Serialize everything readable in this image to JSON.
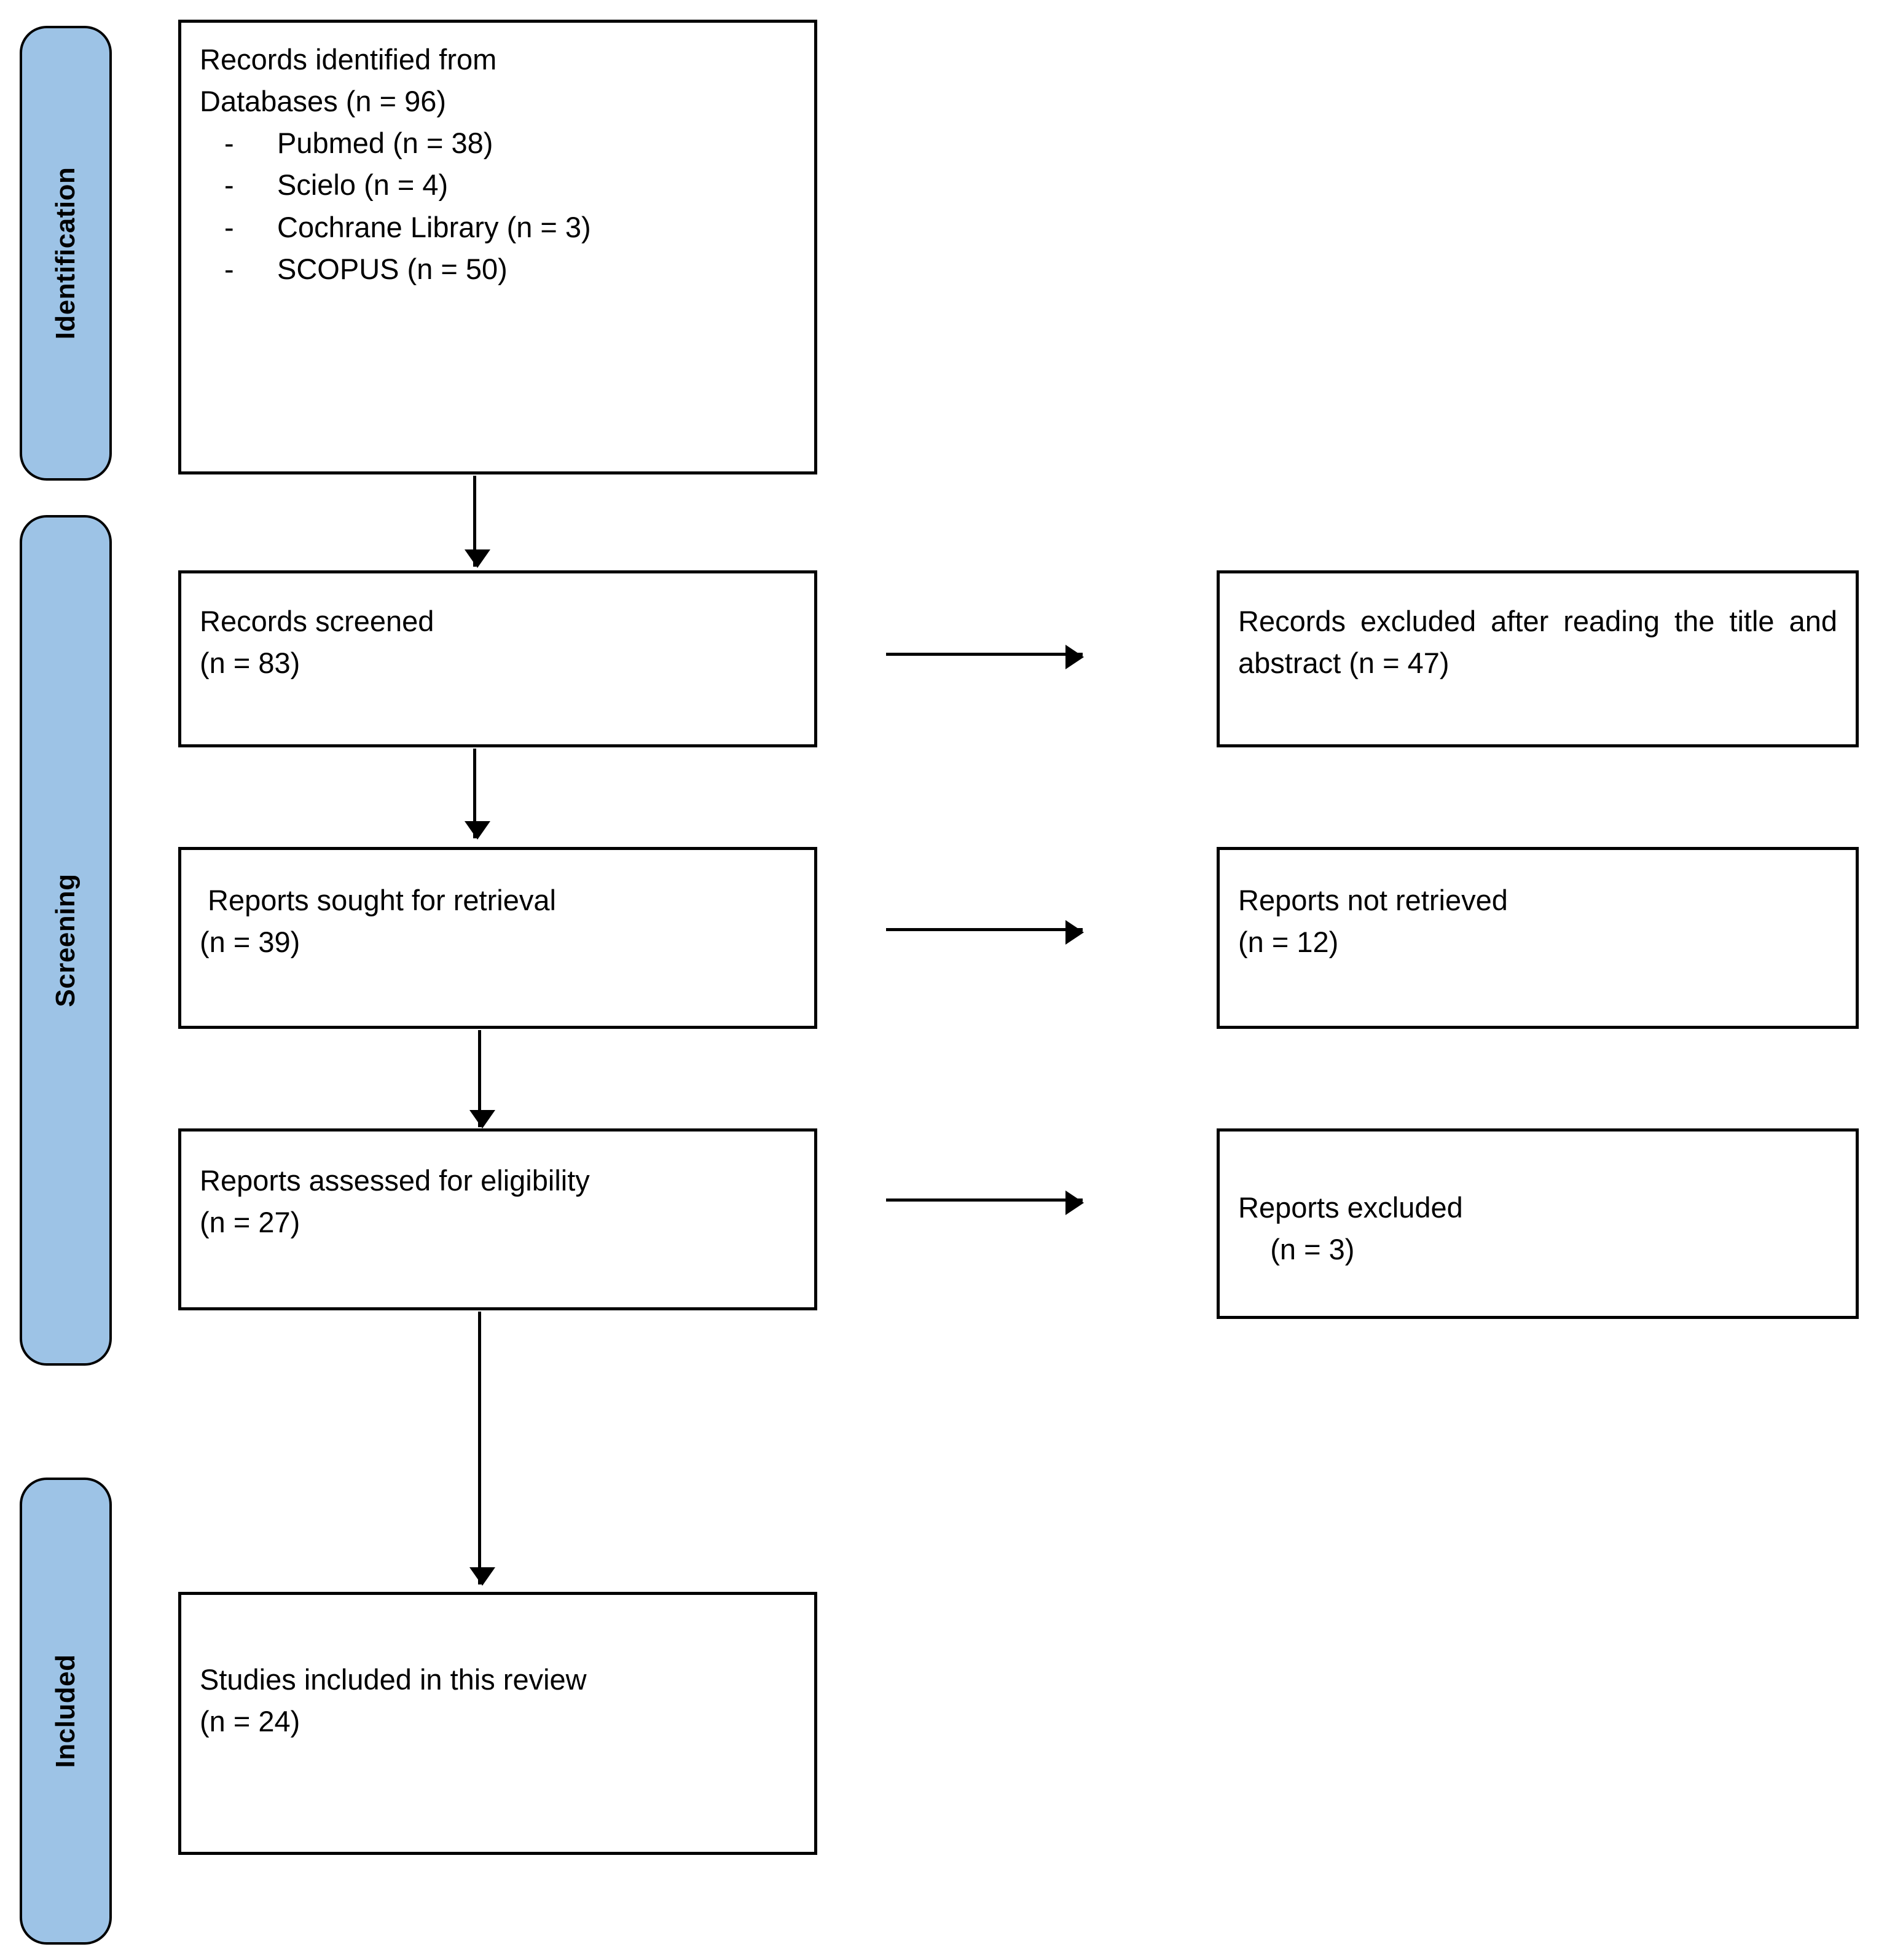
{
  "diagram": {
    "type": "prisma-flow-diagram",
    "colors": {
      "stage_bar_fill": "#9dc3e6",
      "stage_bar_border": "#000000",
      "box_border": "#000000",
      "box_fill": "#ffffff",
      "text": "#000000"
    }
  },
  "stages": [
    {
      "label": "Identification"
    },
    {
      "label": "Screening"
    },
    {
      "label": "Included"
    }
  ],
  "boxes": {
    "identified": {
      "line1": "Records identified from",
      "line2": "Databases (n = 96)",
      "items": [
        "Pubmed (n = 38)",
        "Scielo (n = 4)",
        "Cochrane Library (n = 3)",
        "SCOPUS (n = 50)"
      ],
      "dash": "-"
    },
    "screened": {
      "line1": "Records screened",
      "line2": "(n = 83)"
    },
    "excluded_title_abstract": {
      "line1": "Records excluded after reading the title and abstract (n = 47)"
    },
    "sought_retrieval": {
      "line1": " Reports sought for retrieval",
      "line2": "(n = 39)"
    },
    "not_retrieved": {
      "line1": "Reports not retrieved",
      "line2": "(n = 12)"
    },
    "assessed_eligibility": {
      "line1": "Reports assessed for eligibility",
      "line2": "(n = 27)"
    },
    "reports_excluded": {
      "line1": "Reports excluded",
      "line2": "    (n = 3)"
    },
    "included": {
      "line1": "Studies included in this review",
      "line2": "(n = 24)"
    }
  },
  "arrows": [
    {
      "name": "identified-to-screened",
      "direction": "down"
    },
    {
      "name": "screened-to-excluded",
      "direction": "right"
    },
    {
      "name": "screened-to-sought",
      "direction": "down"
    },
    {
      "name": "sought-to-not-retrieved",
      "direction": "right"
    },
    {
      "name": "sought-to-assessed",
      "direction": "down"
    },
    {
      "name": "assessed-to-reports-excluded",
      "direction": "right"
    },
    {
      "name": "assessed-to-included",
      "direction": "down"
    }
  ]
}
